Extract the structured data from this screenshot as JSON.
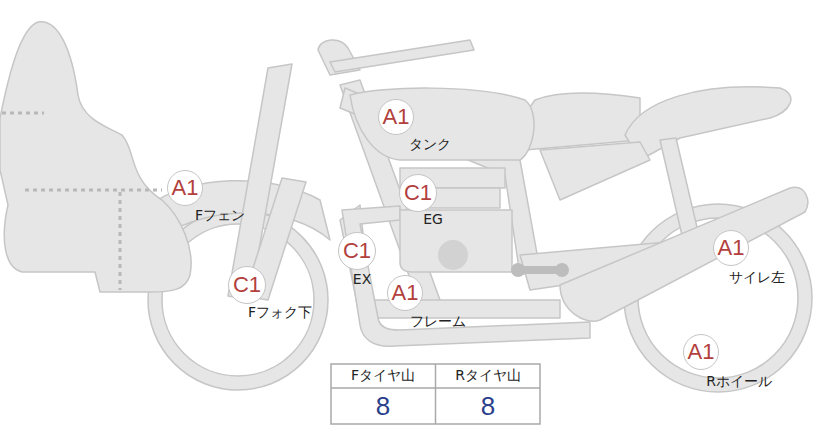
{
  "diagram": {
    "nodes": [
      {
        "text": [
          "A1"
        ]
      },
      {
        "text": [
          "A1"
        ]
      },
      {
        "text": [
          "C1"
        ]
      },
      {
        "text": [
          "C1"
        ]
      },
      {
        "text": [
          "A1"
        ]
      },
      {
        "text": [
          "C1"
        ]
      },
      {
        "text": [
          "A1"
        ]
      },
      {
        "text": [
          "A1"
        ]
      }
    ],
    "labels": [
      "タンク",
      "Fフェン",
      "EG",
      "EX",
      "サイレ左",
      "Fフォク下",
      "フレーム",
      "Rホイール",
      "Fタイヤ山",
      "Rタイヤ山",
      "8",
      "8"
    ]
  }
}
